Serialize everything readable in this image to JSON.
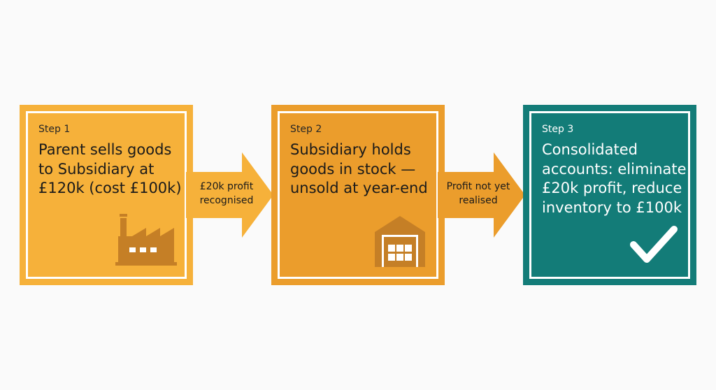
{
  "steps": [
    {
      "label": "Step 1",
      "text": "Parent sells goods to Subsidiary at £120k (cost £100k)",
      "color": "#f6b13a",
      "icon": "factory-icon"
    },
    {
      "label": "Step 2",
      "text": "Subsidiary holds goods in stock — unsold at year-end",
      "color": "#eb9d2c",
      "icon": "warehouse-icon"
    },
    {
      "label": "Step 3",
      "text": "Consolidated accounts: eliminate £20k profit, reduce inventory to £100k",
      "color": "#137c78",
      "icon": "checkmark-icon"
    }
  ],
  "arrows": [
    {
      "label": "£20k profit recognised",
      "color": "#f6b13a"
    },
    {
      "label": "Profit not yet realised",
      "color": "#eb9d2c"
    }
  ],
  "colors": {
    "background": "#fafafa",
    "icon_brown": "#c57f26",
    "box_border": "#ffffff"
  }
}
